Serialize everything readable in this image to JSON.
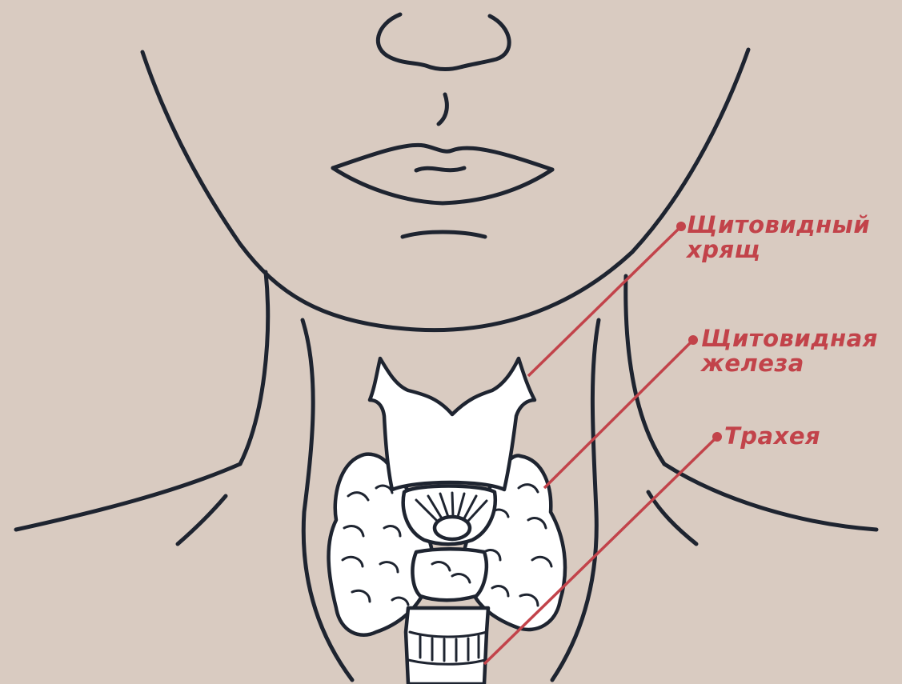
{
  "labels": {
    "cartilage": {
      "line1": "Щитовидный",
      "line2": "хрящ"
    },
    "gland": {
      "line1": "Щитовидная",
      "line2": "железа"
    },
    "trachea": {
      "line1": "Трахея"
    }
  },
  "colors": {
    "background": "#d9cbc1",
    "ink": "#1e2430",
    "accent": "#c2434a",
    "organ_fill": "#ffffff"
  }
}
